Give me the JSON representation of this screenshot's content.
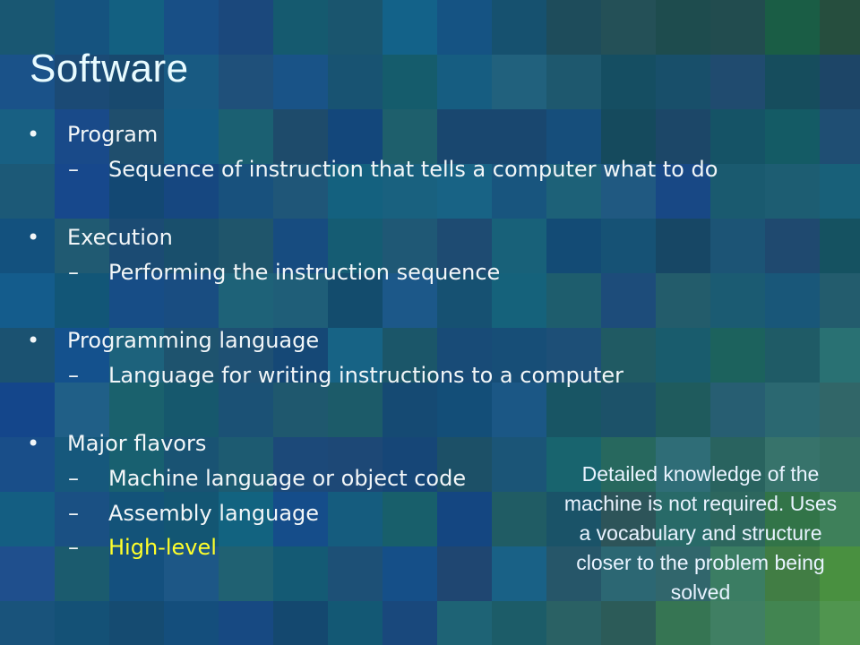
{
  "slide": {
    "title": "Software",
    "bullets": [
      {
        "label": "Program",
        "subs": [
          "Sequence of instruction that tells a computer what to do"
        ]
      },
      {
        "label": "Execution",
        "subs": [
          "Performing the instruction sequence"
        ]
      },
      {
        "label": "Programming language",
        "subs": [
          "Language for writing instructions to a computer"
        ]
      },
      {
        "label": "Major flavors",
        "subs": [
          "Machine language or object code",
          "Assembly language",
          "High-level"
        ]
      }
    ],
    "note": "Detailed knowledge of the machine is not required. Uses a vocabulary and structure closer to the problem being solved"
  },
  "glyphs": {
    "bullet": "•",
    "dash": "–"
  },
  "colors": {
    "background": "#1a5a70",
    "title": "#e8fbff",
    "text": "#f2f6f8",
    "highlight": "#ffff2a",
    "note_text": "#e9f3ff"
  }
}
